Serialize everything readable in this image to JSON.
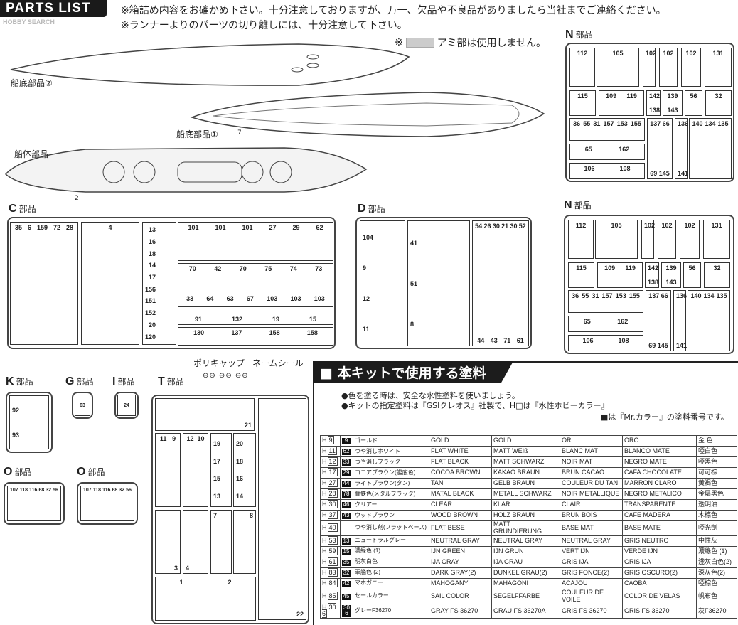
{
  "header": {
    "logo": "PARTS LIST",
    "watermark": "HOBBY SEARCH",
    "notes": [
      "※箱詰め内容をお確かめ下さい。十分注意しておりますが、万一、欠品や不良品がありましたら当社までご連絡ください。",
      "※ランナーよりのパーツの切り離しには、十分注意して下さい。"
    ],
    "mesh_mark": "※",
    "mesh_note": "アミ部は使用しません。"
  },
  "hull": {
    "bottom2": "船底部品②",
    "bottom1": "船底部品①",
    "bottom1_num": "7",
    "body": "船体部品",
    "body_num": "2"
  },
  "parts_suffix": "部品",
  "runners": {
    "C": {
      "letter": "C",
      "cells": [
        [
          "35",
          "6",
          "159",
          "72",
          "28"
        ],
        [
          "4"
        ],
        [
          "13",
          "16",
          "18",
          "14",
          "17",
          "156",
          "151",
          "152",
          "20",
          "120"
        ],
        [
          "101",
          "101",
          "101",
          "27",
          "29",
          "62"
        ],
        [
          "70",
          "42",
          "70",
          "75",
          "74",
          "73"
        ],
        [
          "33",
          "64",
          "63",
          "67",
          "103",
          "103",
          "103"
        ],
        [
          "91",
          "132",
          "19",
          "15"
        ],
        [
          "130",
          "137",
          "158",
          "158"
        ]
      ]
    },
    "D": {
      "letter": "D",
      "cells": [
        [
          "104",
          "9",
          "12",
          "11"
        ],
        [
          "41",
          "51",
          "8"
        ],
        [
          "54",
          "26",
          "30",
          "21",
          "30",
          "52",
          "44",
          "43",
          "71",
          "61"
        ]
      ]
    },
    "N": {
      "letter": "N",
      "cells": [
        [
          "112"
        ],
        [
          "105"
        ],
        [
          "102"
        ],
        [
          "102"
        ],
        [
          "102"
        ],
        [
          "131"
        ],
        [
          "115"
        ],
        [
          "109",
          "119"
        ],
        [
          "142",
          "138"
        ],
        [
          "139",
          "143"
        ],
        [
          "56"
        ],
        [
          "32"
        ],
        [
          "36",
          "55",
          "31",
          "157",
          "153",
          "155"
        ],
        [
          "65",
          "162"
        ],
        [
          "106",
          "108"
        ],
        [
          "137",
          "66",
          "69",
          "145"
        ],
        [
          "136",
          "141"
        ],
        [
          "140",
          "134",
          "135"
        ]
      ]
    },
    "K": {
      "letter": "K",
      "cells": [
        [
          "92",
          "93"
        ]
      ]
    },
    "G": {
      "letter": "G",
      "cells": [
        [
          "63"
        ]
      ]
    },
    "I": {
      "letter": "I",
      "cells": [
        [
          "24"
        ]
      ]
    },
    "T": {
      "letter": "T",
      "cells": [
        [
          "21"
        ],
        [
          "22"
        ],
        [
          "11",
          "9"
        ],
        [
          "12",
          "10"
        ],
        [
          "19",
          "17",
          "15",
          "13"
        ],
        [
          "20",
          "18",
          "16",
          "14"
        ],
        [
          "3"
        ],
        [
          "4"
        ],
        [
          "7"
        ],
        [
          "8"
        ],
        [
          "1",
          "2"
        ]
      ]
    },
    "O": {
      "letter": "O",
      "cells": [
        [
          "107",
          "118",
          "116",
          "68",
          "32",
          "56"
        ]
      ]
    }
  },
  "polycap": "ポリキャップ",
  "name_seal": "ネームシール",
  "paint": {
    "title": "■ 本キットで使用する塗料",
    "notes": [
      "●色を塗る時は、安全な水性塗料を使いましょう。",
      "●キットの指定塗料は『GSIクレオス』社製で、H□は『水性ホビーカラー』",
      "■は『Mr.カラー』の塗料番号です。"
    ],
    "rows": [
      [
        "9",
        "9",
        "ゴールド",
        "GOLD",
        "GOLD",
        "OR",
        "ORO",
        "金 色"
      ],
      [
        "11",
        "62",
        "つや消しホワイト",
        "FLAT WHITE",
        "MATT WEIß",
        "BLANC MAT",
        "BLANCO MATE",
        "啞白色"
      ],
      [
        "12",
        "33",
        "つや消しブラック",
        "FLAT BLACK",
        "MATT SCHWARZ",
        "NOIR MAT",
        "NEGRO MATE",
        "啞黑色"
      ],
      [
        "17",
        "29",
        "ココアブラウン(艦底色)",
        "COCOA BROWN",
        "KAKAO BRAUN",
        "BRUN CACAO",
        "CAFA CHOCOLATE",
        "可可棕"
      ],
      [
        "27",
        "44",
        "ライトブラウン(タン)",
        "TAN",
        "GELB BRAUN",
        "COULEUR DU TAN",
        "MARRON CLARO",
        "黃褐色"
      ],
      [
        "28",
        "78",
        "骨鉄色(メタルブラック)",
        "MATAL BLACK",
        "METALL SCHWARZ",
        "NOIR METALLIQUE",
        "NEGRO METALICO",
        "金屬黑色"
      ],
      [
        "30",
        "46",
        "クリアー",
        "CLEAR",
        "KLAR",
        "CLAIR",
        "TRANSPARENTE",
        "透明油"
      ],
      [
        "37",
        "43",
        "ウッドブラウン",
        "WOOD BROWN",
        "HOLZ BRAUN",
        "BRUN BOIS",
        "CAFE MADERA",
        "木棕色"
      ],
      [
        "40",
        "",
        "つや消し剤(フラットベース)",
        "FLAT BESE",
        "MATT GRUNDIERUNG",
        "BASE MAT",
        "BASE MATE",
        "啞光劑"
      ],
      [
        "53",
        "13",
        "ニュートラルグレー",
        "NEUTRAL GRAY",
        "NEUTRAL GRAY",
        "NEUTRAL GRAY",
        "GRIS NEUTRO",
        "中性灰"
      ],
      [
        "59",
        "15",
        "濃緑色 (1)",
        "IJN GREEN",
        "IJN GRUN",
        "VERT IJN",
        "VERDE IJN",
        "濃綠色 (1)"
      ],
      [
        "61",
        "35",
        "明灰白色",
        "IJA GRAY",
        "IJA GRAU",
        "GRIS IJA",
        "GRIS IJA",
        "淺灰白色(2)"
      ],
      [
        "83",
        "32",
        "軍艦色 (2)",
        "DARK GRAY(2)",
        "DUNKEL GRAU(2)",
        "GRIS FONCE(2)",
        "GRIS OSCURO(2)",
        "深灰色(2)"
      ],
      [
        "84",
        "42",
        "マホガニー",
        "MAHOGANY",
        "MAHAGONI",
        "ACAJOU",
        "CAOBA",
        "啞棕色"
      ],
      [
        "85",
        "45",
        "セールカラー",
        "SAIL COLOR",
        "SEGELFFARBE",
        "COULEUR DE VOILE",
        "COLOR DE VELAS",
        "帆布色"
      ],
      [
        "306",
        "306",
        "グレーF36270",
        "GRAY FS 36270",
        "GRAU FS 36270A",
        "GRIS FS 36270",
        "GRIS FS 36270",
        "灰F36270"
      ]
    ]
  }
}
